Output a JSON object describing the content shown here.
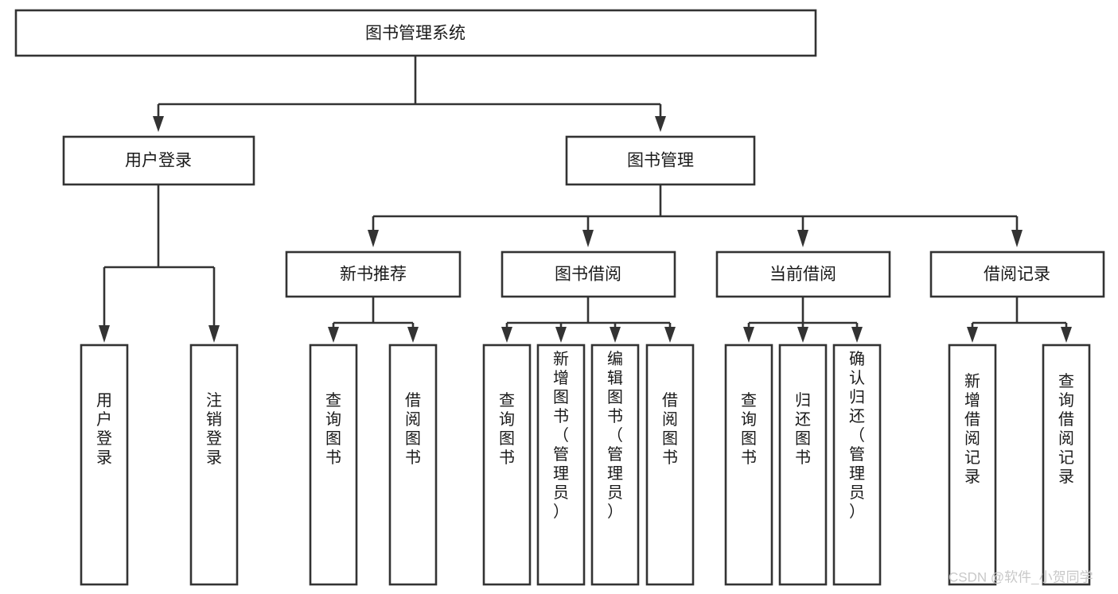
{
  "diagram": {
    "title": "图书管理系统",
    "type": "tree-hierarchy-flowchart",
    "colors": {
      "background": "#ffffff",
      "box_fill": "#ffffff",
      "box_stroke": "#333333",
      "text": "#1a1a1a",
      "watermark": "#c8c8c8"
    },
    "root": {
      "label": "图书管理系统"
    },
    "level2": [
      {
        "label": "用户登录"
      },
      {
        "label": "图书管理"
      }
    ],
    "level3": [
      {
        "label": "新书推荐"
      },
      {
        "label": "图书借阅"
      },
      {
        "label": "当前借阅"
      },
      {
        "label": "借阅记录"
      }
    ],
    "leaves": {
      "user_login": [
        {
          "label": "用户登录"
        },
        {
          "label": "注销登录"
        }
      ],
      "new_book_rec": [
        {
          "label": "查询图书"
        },
        {
          "label": "借阅图书"
        }
      ],
      "book_borrow": [
        {
          "label": "查询图书"
        },
        {
          "label": "新增图书（管理员）"
        },
        {
          "label": "编辑图书（管理员）"
        },
        {
          "label": "借阅图书"
        }
      ],
      "current_borrow": [
        {
          "label": "查询图书"
        },
        {
          "label": "归还图书"
        },
        {
          "label": "确认归还（管理员）"
        }
      ],
      "borrow_record": [
        {
          "label": "新增借阅记录"
        },
        {
          "label": "查询借阅记录"
        }
      ]
    }
  },
  "watermark": {
    "text": "CSDN @软件_小贺同学"
  }
}
